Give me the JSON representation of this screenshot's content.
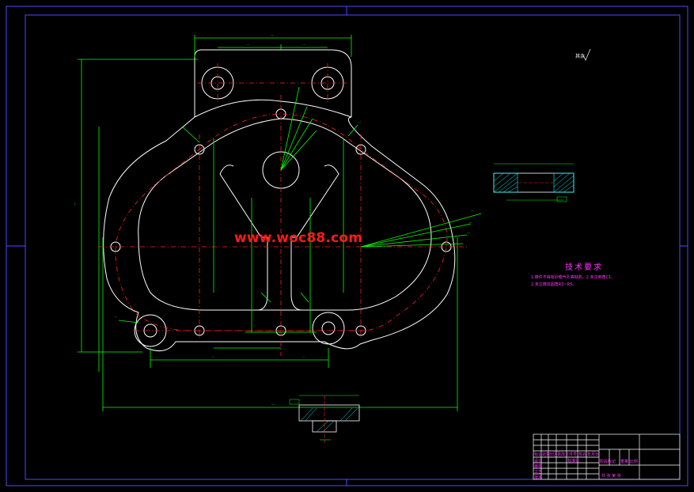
{
  "watermark": "www.woc88.com",
  "technical_requirements": {
    "title": "技术要求",
    "lines": [
      "1.铸件不得有砂眼气孔等缺陷。2.未注倒角C1。",
      "2.未注铸造圆角R3~R5。"
    ]
  },
  "surface_note": "其余",
  "title_block": {
    "cells": [
      "标记",
      "处数",
      "分区",
      "更改文件号",
      "签名",
      "年月日",
      "设计",
      "标准化",
      "阶段标记",
      "重量",
      "比例",
      "审核",
      "工艺",
      "批准",
      "共 张 第 张"
    ]
  },
  "colors": {
    "background": "#000000",
    "frame": "#4a4aff",
    "outline": "#ffffff",
    "dimension": "#00ff00",
    "centerline": "#ff2020",
    "annotation": "#ff33ff",
    "hatch": "#00ffff"
  }
}
